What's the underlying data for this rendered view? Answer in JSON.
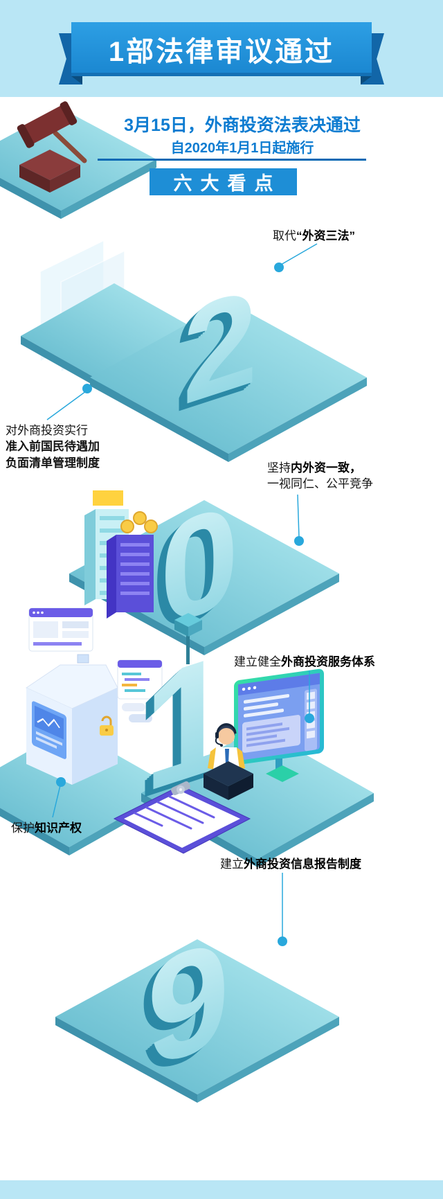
{
  "banner": {
    "title": "1部法律审议通过"
  },
  "intro": {
    "date_line": "3月15日，外商投资法表决通过",
    "effective_line": "自2020年1月1日起施行",
    "badge": "六大看点"
  },
  "numbers": {
    "n1": "2",
    "n2": "0",
    "n3": "1",
    "n4": "9"
  },
  "callouts": {
    "c1": {
      "normal": "取代",
      "bold": "“外资三法”"
    },
    "c2": {
      "line1": "对外商投资实行",
      "line2": "准入前国民待遇加",
      "line3": "负面清单管理制度"
    },
    "c3": {
      "normal": "坚持",
      "bold": "内外资一致，",
      "line2": "一视同仁、公平竞争"
    },
    "c4": {
      "normal": "建立健全",
      "bold": "外商投资服务体系"
    },
    "c5": {
      "normal": "保护",
      "bold": "知识产权"
    },
    "c6": {
      "normal": "建立",
      "bold": "外商投资信息报告制度"
    }
  },
  "colors": {
    "header_band": "#b9e6f5",
    "banner_blue": "#1e8ed6",
    "banner_dark": "#1266a8",
    "title_text": "#0e7cd1",
    "accent_dot": "#29a8dc",
    "platform_teal": "#6fc3d4",
    "number_face": "#a9dfe9",
    "number_side": "#2b89a6",
    "purple": "#5b4fd9",
    "gold": "#f9cc46"
  },
  "illustrations": {
    "gavel": "gavel-icon",
    "glass_panels": "glass-panels-icon",
    "buildings": "buildings-icon",
    "coins": "gold-coins-icon",
    "carton_box": "product-box-icon",
    "service_agent": "customer-service-agent-icon",
    "service_screen": "service-monitor-icon",
    "clipboard": "report-clipboard-icon",
    "lamp": "street-lamp-icon"
  }
}
